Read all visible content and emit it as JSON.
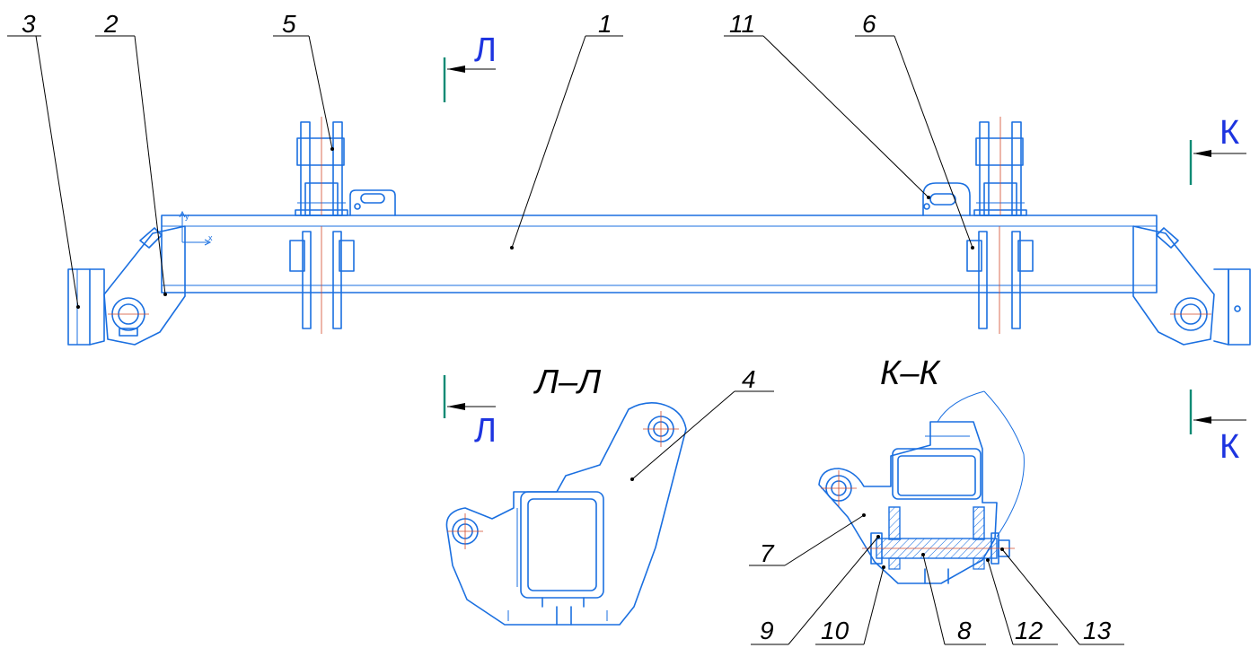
{
  "callouts": {
    "c1": "1",
    "c2": "2",
    "c3": "3",
    "c4": "4",
    "c5": "5",
    "c6": "6",
    "c7": "7",
    "c8": "8",
    "c9": "9",
    "c10": "10",
    "c11": "11",
    "c12": "12",
    "c13": "13"
  },
  "sections": {
    "l_title": "Л–Л",
    "k_title": "К–К",
    "l_mark": "Л",
    "k_mark": "К"
  },
  "axes": {
    "x": "x",
    "y": "y"
  },
  "colors": {
    "outline": "#1a6fe0",
    "cut_line": "#0d8a74",
    "cut_letter": "#1d34e0",
    "leader": "#000000"
  }
}
